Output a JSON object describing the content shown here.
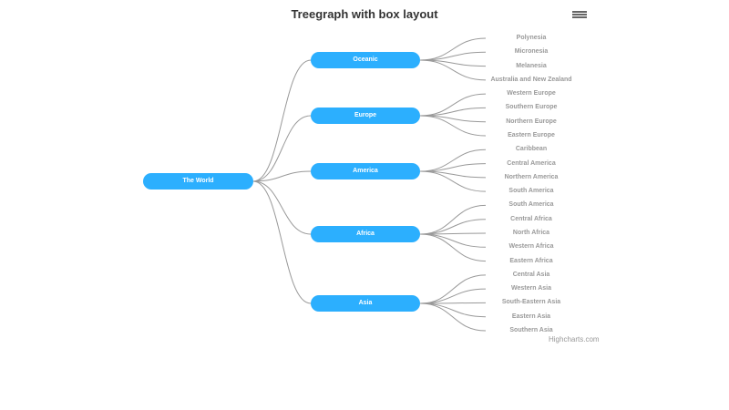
{
  "chart_data": {
    "type": "treegraph",
    "layout": "box",
    "title": "Treegraph with box layout",
    "root": "The World",
    "tree": [
      {
        "name": "Oceanic",
        "children": [
          {
            "label": "Polynesia",
            "outlined": true
          },
          {
            "label": "Micronesia",
            "outlined": true
          },
          {
            "label": "Melanesia",
            "outlined": false
          },
          {
            "label": "Australia and New Zealand",
            "outlined": false
          }
        ]
      },
      {
        "name": "Europe",
        "children": [
          {
            "label": "Western Europe",
            "outlined": true
          },
          {
            "label": "Southern Europe",
            "outlined": true
          },
          {
            "label": "Northern Europe",
            "outlined": false
          },
          {
            "label": "Eastern Europe",
            "outlined": false
          }
        ]
      },
      {
        "name": "America",
        "children": [
          {
            "label": "Caribbean",
            "outlined": true
          },
          {
            "label": "Central America",
            "outlined": true
          },
          {
            "label": "Northern America",
            "outlined": false
          },
          {
            "label": "South America",
            "outlined": false
          }
        ]
      },
      {
        "name": "Africa",
        "children": [
          {
            "label": "South America",
            "outlined": true
          },
          {
            "label": "Central Africa",
            "outlined": true
          },
          {
            "label": "North Africa",
            "outlined": false
          },
          {
            "label": "Western Africa",
            "outlined": false
          },
          {
            "label": "Eastern Africa",
            "outlined": false
          }
        ]
      },
      {
        "name": "Asia",
        "children": [
          {
            "label": "Central Asia",
            "outlined": true
          },
          {
            "label": "Western Asia",
            "outlined": true
          },
          {
            "label": "South-Eastern Asia",
            "outlined": false
          },
          {
            "label": "Eastern Asia",
            "outlined": false
          },
          {
            "label": "Southern Asia",
            "outlined": false
          }
        ]
      }
    ],
    "credits": "Highcharts.com",
    "colors": {
      "node_fill": "#2caffe",
      "node_label": "#ffffff",
      "link": "#999999",
      "leaf_label": "#999999",
      "title": "#333333",
      "credits": "#999999",
      "menu_icon": "#666666",
      "background": "#ffffff"
    }
  },
  "icons": {
    "menu": "hamburger"
  }
}
